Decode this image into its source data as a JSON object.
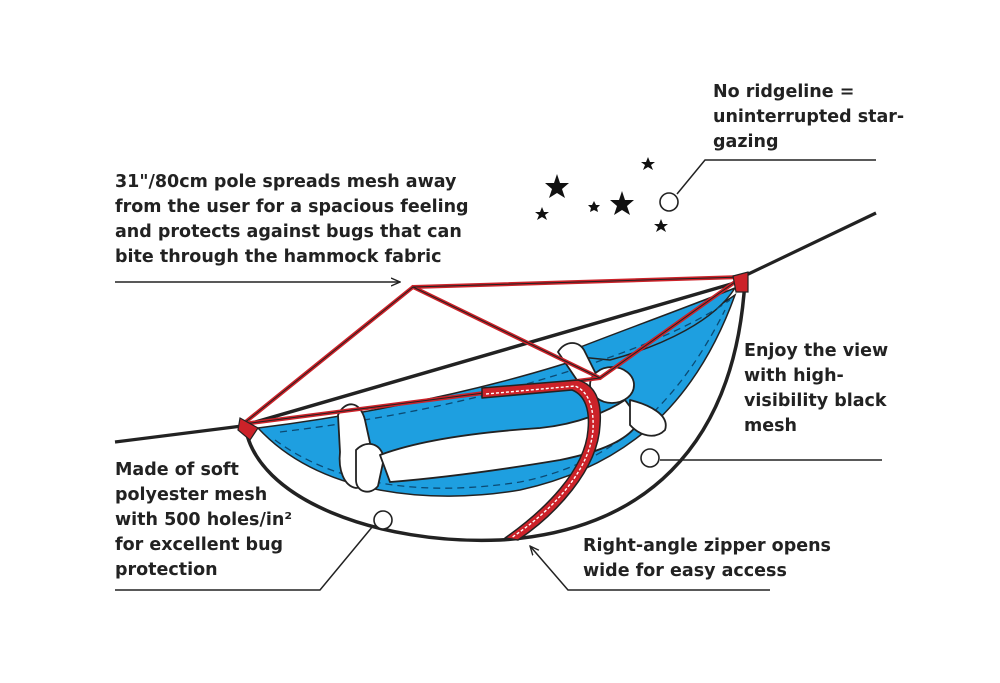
{
  "colors": {
    "frame_red": "#cc2229",
    "mesh_blue": "#1e9fe0",
    "ink": "#222222",
    "background": "#ffffff"
  },
  "icons": {
    "star": "star-icon",
    "callout_marker": "open-circle-marker"
  },
  "callouts": {
    "pole": [
      "31\"/80cm pole spreads mesh away",
      "from the user for a spacious feeling",
      "and protects against bugs that can",
      "bite through the hammock fabric"
    ],
    "ridgeline": [
      "No ridgeline =",
      "uninterrupted star-",
      "gazing"
    ],
    "view": [
      "Enjoy the view",
      "with high-",
      "visibility black",
      "mesh"
    ],
    "mesh": [
      "Made of soft",
      "polyester mesh",
      "with 500 holes/in²",
      "for excellent bug",
      "protection"
    ],
    "zipper": [
      "Right-angle zipper opens",
      "wide for easy access"
    ]
  }
}
